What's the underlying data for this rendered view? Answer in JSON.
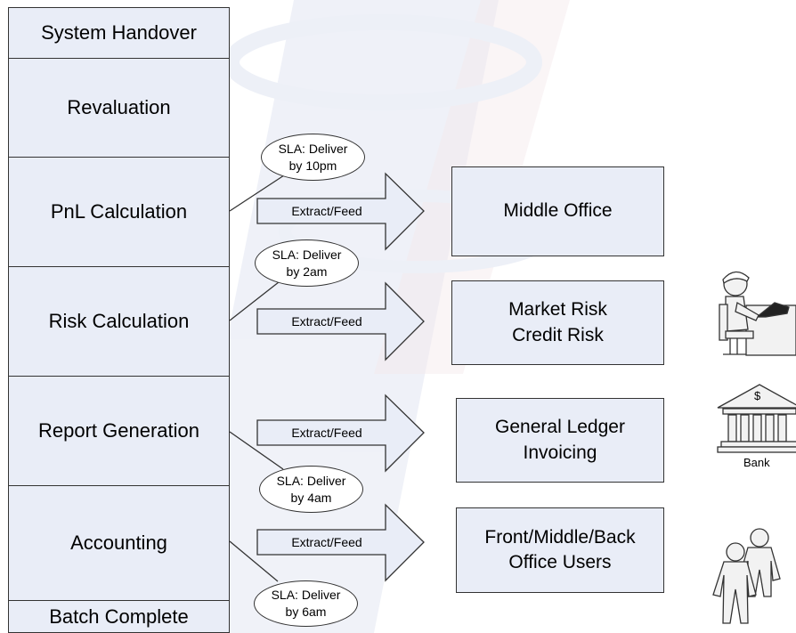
{
  "stages": [
    "System Handover",
    "Revaluation",
    "PnL Calculation",
    "Risk Calculation",
    "Report Generation",
    "Accounting",
    "Batch Complete"
  ],
  "feed_label": "Extract/Feed",
  "targets": [
    "Middle Office",
    "Market Risk\nCredit Risk",
    "General Ledger\nInvoicing",
    "Front/Middle/Back\nOffice Users"
  ],
  "sla_labels": [
    "SLA: Deliver\nby 10pm",
    "SLA: Deliver\nby 2am",
    "SLA: Deliver\nby 4am",
    "SLA: Deliver\nby 6am"
  ],
  "bank_caption": "Bank",
  "bank_symbol": "$",
  "icons": [
    "office-worker-icon",
    "bank-building-icon",
    "users-icon"
  ],
  "colors": {
    "box_fill": "#e9edf7",
    "stroke": "#333333",
    "watermark": "#e6e9f4"
  }
}
